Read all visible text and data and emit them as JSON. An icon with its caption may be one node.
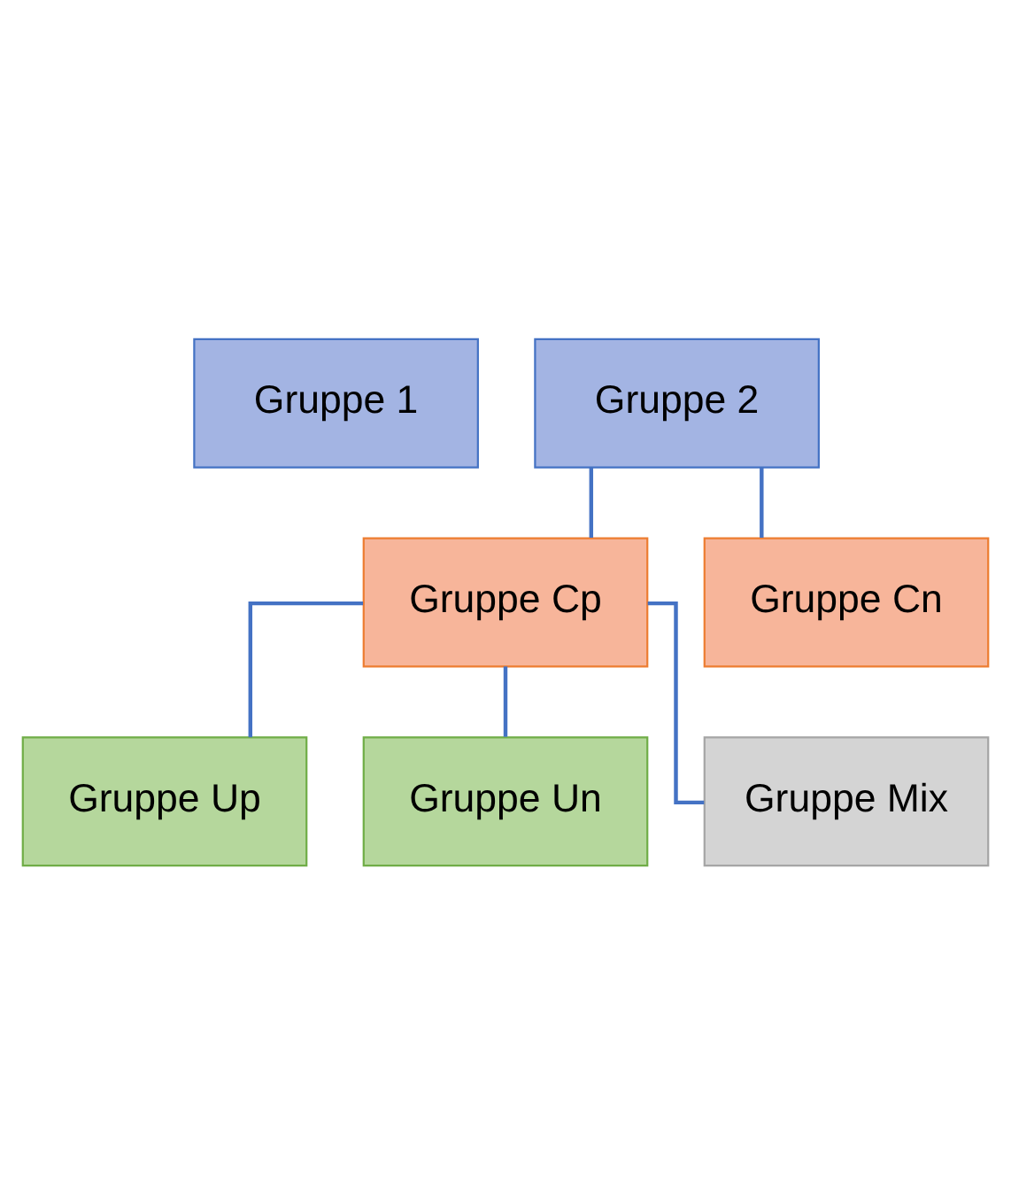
{
  "diagram": {
    "nodes": [
      {
        "text": [
          "Gruppe 1"
        ]
      },
      {
        "text": [
          "Gruppe 2"
        ]
      },
      {
        "text": [
          "Gruppe Cp"
        ]
      },
      {
        "text": [
          "Gruppe Cn"
        ]
      },
      {
        "text": [
          "Gruppe Up"
        ]
      },
      {
        "text": [
          "Gruppe Un"
        ]
      },
      {
        "text": [
          "Gruppe Mix"
        ]
      }
    ],
    "edges": [
      {
        "from": 1,
        "to": 2,
        "arrow": "none"
      },
      {
        "from": 1,
        "to": 3,
        "arrow": "none"
      },
      {
        "from": 2,
        "to": 4,
        "arrow": "none"
      },
      {
        "from": 2,
        "to": 5,
        "arrow": "none"
      },
      {
        "from": 2,
        "to": 6,
        "arrow": "none"
      }
    ]
  }
}
